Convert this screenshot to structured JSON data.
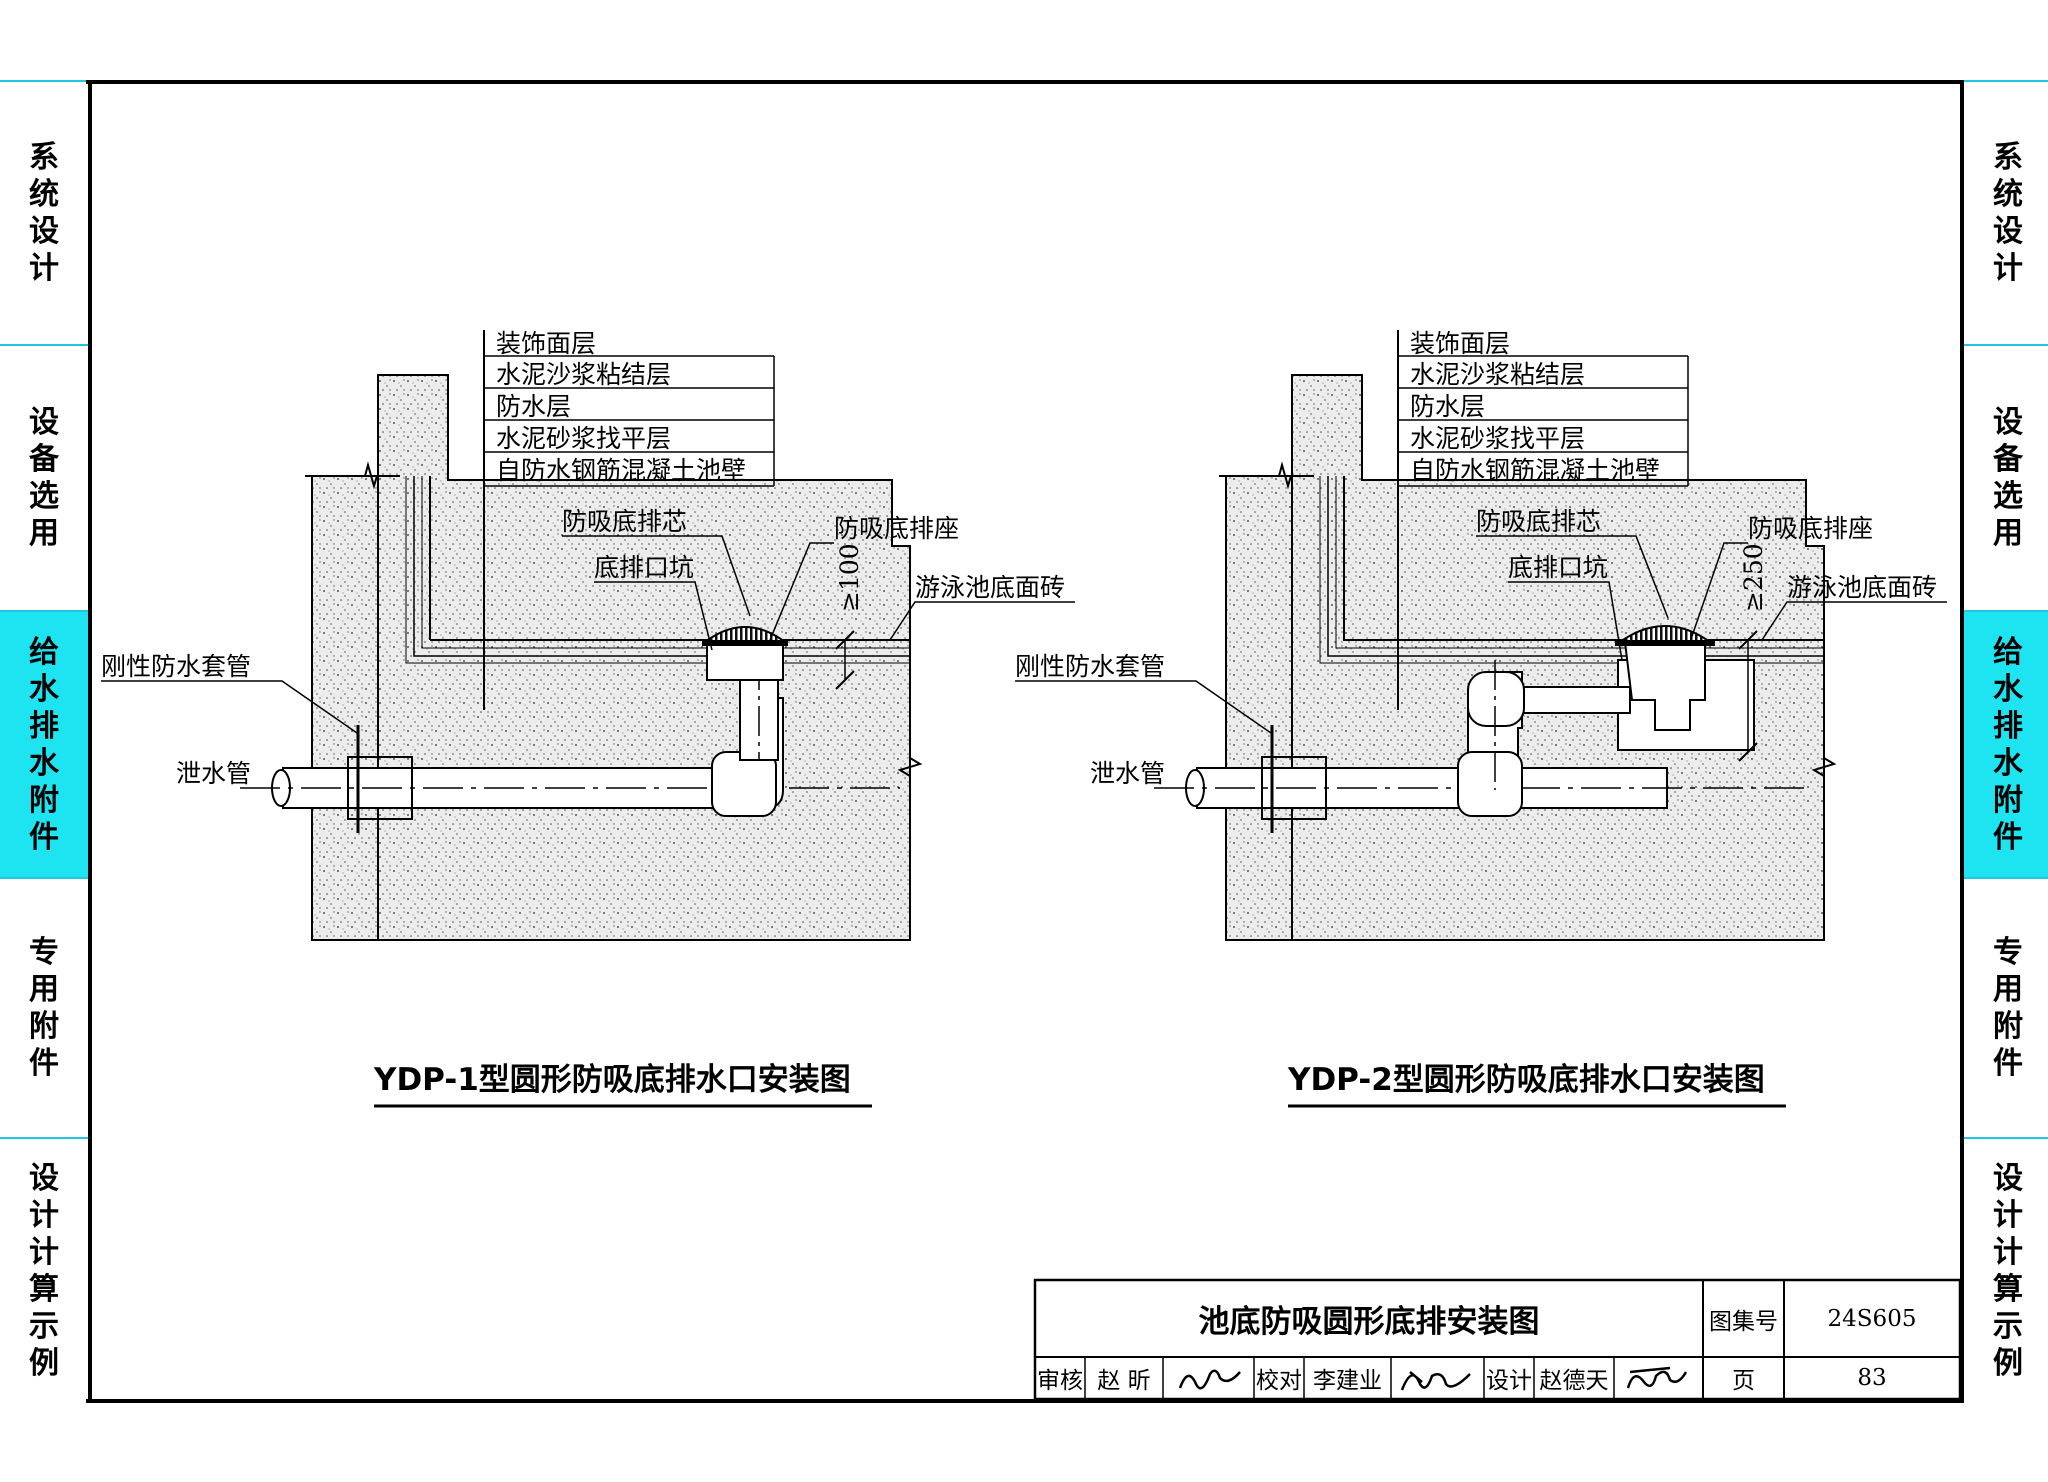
{
  "sidebar": {
    "tabs": [
      {
        "label": "系统设计",
        "active": false
      },
      {
        "label": "设备选用",
        "active": false
      },
      {
        "label": "给水排水附件",
        "active": true
      },
      {
        "label": "专用附件",
        "active": false
      },
      {
        "label": "设计计算示例",
        "active": false
      }
    ],
    "active_color": "#1ee3f0"
  },
  "diagrams": [
    {
      "layers": [
        "装饰面层",
        "水泥沙浆粘结层",
        "防水层",
        "水泥砂浆找平层",
        "自防水钢筋混凝土池壁"
      ],
      "core_label": "防吸底排芯",
      "seat_label": "防吸底排座",
      "pit_label": "底排口坑",
      "tile_label": "游泳池底面砖",
      "sleeve_label": "刚性防水套管",
      "drain_pipe_label": "泄水管",
      "dimension": "≥100",
      "title": "YDP-1型圆形防吸底排水口安装图"
    },
    {
      "layers": [
        "装饰面层",
        "水泥沙浆粘结层",
        "防水层",
        "水泥砂浆找平层",
        "自防水钢筋混凝土池壁"
      ],
      "core_label": "防吸底排芯",
      "seat_label": "防吸底排座",
      "pit_label": "底排口坑",
      "tile_label": "游泳池底面砖",
      "sleeve_label": "刚性防水套管",
      "drain_pipe_label": "泄水管",
      "dimension": "≥250",
      "title": "YDP-2型圆形防吸底排水口安装图"
    }
  ],
  "title_block": {
    "drawing_title": "池底防吸圆形底排安装图",
    "atlas_no_label": "图集号",
    "atlas_no": "24S605",
    "review_label": "审核",
    "reviewer": "赵 昕",
    "check_label": "校对",
    "checker": "李建业",
    "design_label": "设计",
    "designer": "赵德天",
    "page_label": "页",
    "page": "83"
  }
}
